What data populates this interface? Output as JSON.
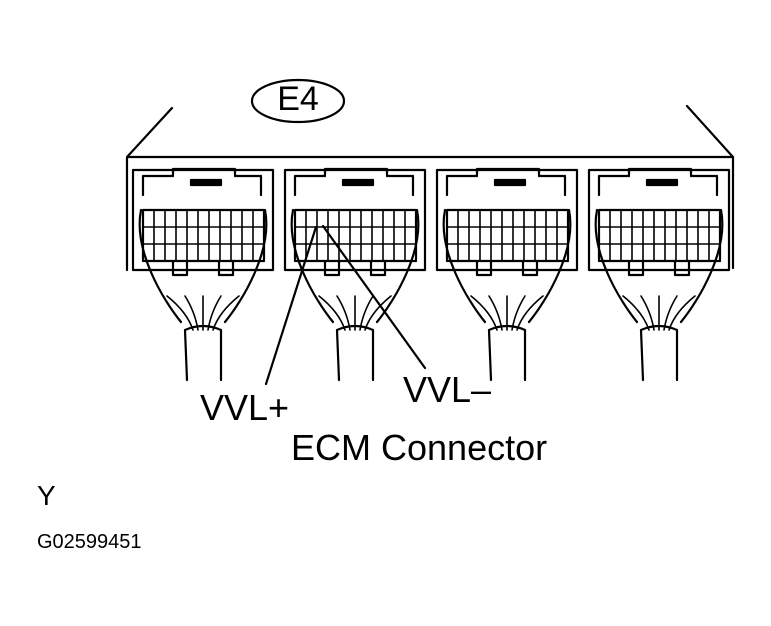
{
  "connector_id": "E4",
  "pin_labels": {
    "vvl_plus": "VVL+",
    "vvl_minus": "VVL–"
  },
  "title": "ECM Connector",
  "view_letter": "Y",
  "figure_code": "G02599451",
  "connector_count": 4,
  "colors": {
    "line": "#000000",
    "background": "#ffffff"
  }
}
